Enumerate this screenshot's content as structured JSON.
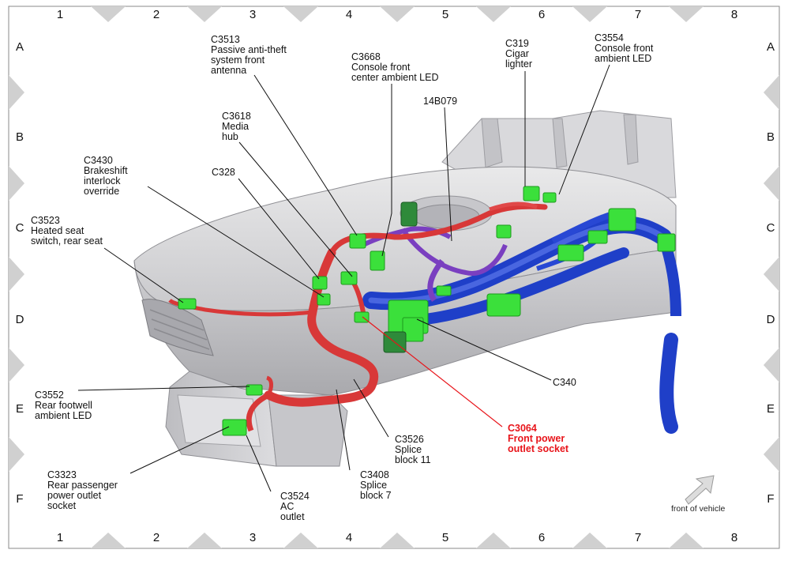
{
  "grid": {
    "columns": [
      "1",
      "2",
      "3",
      "4",
      "5",
      "6",
      "7",
      "8"
    ],
    "rows": [
      "A",
      "B",
      "C",
      "D",
      "E",
      "F"
    ]
  },
  "callouts": [
    {
      "id": "c3513",
      "code": "C3513",
      "text": "Passive anti-theft\nsystem front\nantenna",
      "highlight": false
    },
    {
      "id": "c3668",
      "code": "C3668",
      "text": "Console front\ncenter ambient LED",
      "highlight": false
    },
    {
      "id": "c319",
      "code": "C319",
      "text": "Cigar\nlighter",
      "highlight": false
    },
    {
      "id": "c3554",
      "code": "C3554",
      "text": "Console front\nambient LED",
      "highlight": false
    },
    {
      "id": "14b079",
      "code": "14B079",
      "text": "",
      "highlight": false
    },
    {
      "id": "c3618",
      "code": "C3618",
      "text": "Media\nhub",
      "highlight": false
    },
    {
      "id": "c3430",
      "code": "C3430",
      "text": "Brakeshift\ninterlock\noverride",
      "highlight": false
    },
    {
      "id": "c328",
      "code": "C328",
      "text": "",
      "highlight": false
    },
    {
      "id": "c3523",
      "code": "C3523",
      "text": "Heated seat\nswitch, rear seat",
      "highlight": false
    },
    {
      "id": "c340",
      "code": "C340",
      "text": "",
      "highlight": false
    },
    {
      "id": "c3552",
      "code": "C3552",
      "text": "Rear footwell\nambient LED",
      "highlight": false
    },
    {
      "id": "c3064",
      "code": "C3064",
      "text": "Front power\noutlet socket",
      "highlight": true
    },
    {
      "id": "c3526",
      "code": "C3526",
      "text": "Splice\nblock 11",
      "highlight": false
    },
    {
      "id": "c3323",
      "code": "C3323",
      "text": "Rear passenger\npower outlet\nsocket",
      "highlight": false
    },
    {
      "id": "c3408",
      "code": "C3408",
      "text": "Splice\nblock 7",
      "highlight": false
    },
    {
      "id": "c3524",
      "code": "C3524",
      "text": "AC\noutlet",
      "highlight": false
    }
  ],
  "front_of_vehicle": "front of vehicle",
  "colors": {
    "harness_red": "#d83838",
    "harness_blue": "#1f3fc8",
    "harness_purple": "#7a3fc0",
    "connector_green": "#3be03b",
    "highlight_red": "#e8141a",
    "frame_gray": "#d0d0d0"
  }
}
